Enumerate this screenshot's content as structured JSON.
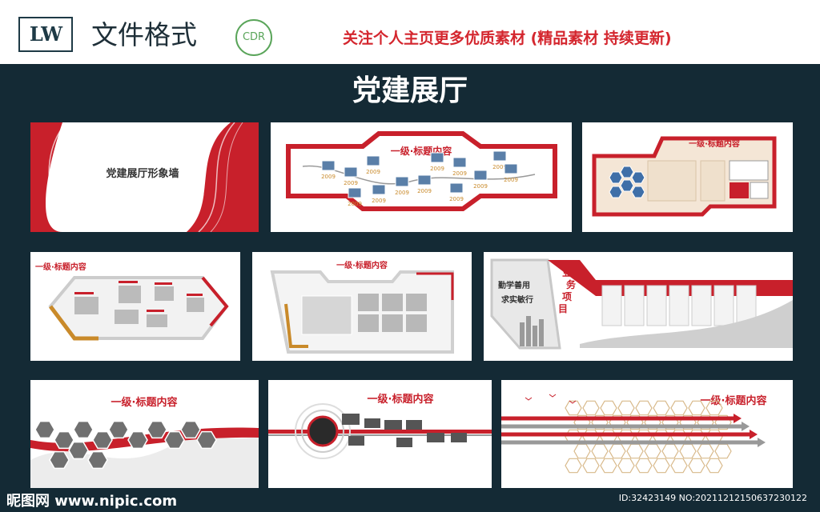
{
  "header": {
    "logo": "LW",
    "format": "文件格式",
    "badge": "CDR",
    "promo": "关注个人主页更多优质素材  (精品素材 持续更新)"
  },
  "page_title": "党建展厅",
  "cards": {
    "c1": {
      "label": "党建展厅形象墙"
    },
    "c2": {
      "heading": "一级·标题内容",
      "years": [
        "2009",
        "2009",
        "2009",
        "2009",
        "2009",
        "2009",
        "2009",
        "2009",
        "2009",
        "2009",
        "2009",
        "2009",
        "2009"
      ]
    },
    "c3": {
      "heading": "一级·标题内容"
    },
    "c4": {
      "heading": "一级·标题内容"
    },
    "c5": {
      "heading": "一级·标题内容"
    },
    "c6": {
      "slogan1": "勤学善用",
      "slogan2": "求实敏行",
      "v1": "业",
      "v2": "务",
      "v3": "项",
      "v4": "目"
    },
    "c7": {
      "heading": "一级·标题内容"
    },
    "c8": {
      "heading": "一级·标题内容"
    },
    "c9": {
      "heading": "一级·标题内容"
    }
  },
  "footer": {
    "site": "昵图网 www.nipic.com",
    "id": "ID:32423149 NO:20211212150637230122"
  },
  "colors": {
    "accent": "#c8202b",
    "navy": "#142a35",
    "gold": "#c98a2a",
    "gray": "#b8b8b8"
  }
}
